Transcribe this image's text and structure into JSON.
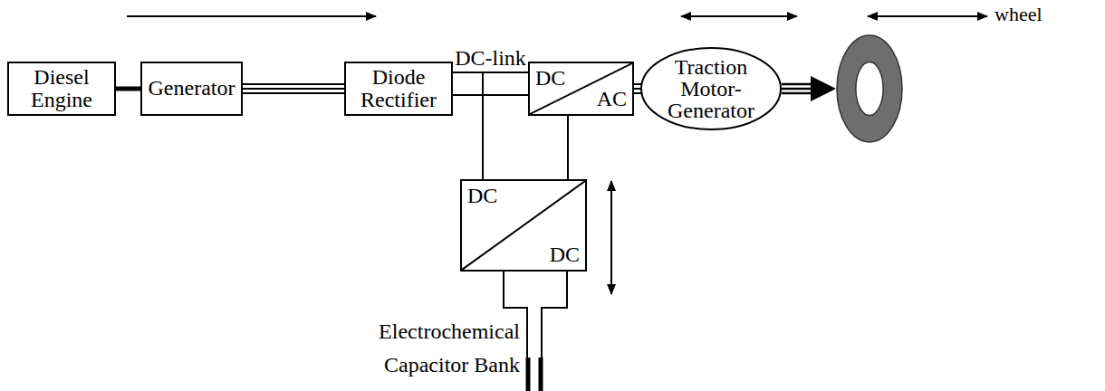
{
  "diagram": {
    "nodes": [
      {
        "text": [
          "Diesel Engine"
        ]
      },
      {
        "text": [
          "Generator"
        ]
      },
      {
        "text": [
          "Diode Rectifier"
        ]
      },
      {
        "text": [
          "DC",
          "AC"
        ]
      },
      {
        "text": [
          "Traction Motor-Generator"
        ]
      },
      {
        "text": [
          "wheel"
        ]
      },
      {
        "text": [
          "DC",
          "DC"
        ]
      }
    ],
    "edges": [
      {
        "from": 0,
        "to": 1,
        "arrow": "none"
      },
      {
        "from": 1,
        "to": 2,
        "arrow": "none"
      },
      {
        "from": 2,
        "to": 3,
        "label": "DC-link",
        "arrow": "none"
      },
      {
        "from": 2,
        "to": 6,
        "arrow": "none"
      },
      {
        "from": 3,
        "to": 4,
        "arrow": "none"
      },
      {
        "from": 4,
        "to": 5,
        "arrow": "to"
      }
    ],
    "labels": [
      "Electrochemical Capacitor Bank"
    ]
  }
}
